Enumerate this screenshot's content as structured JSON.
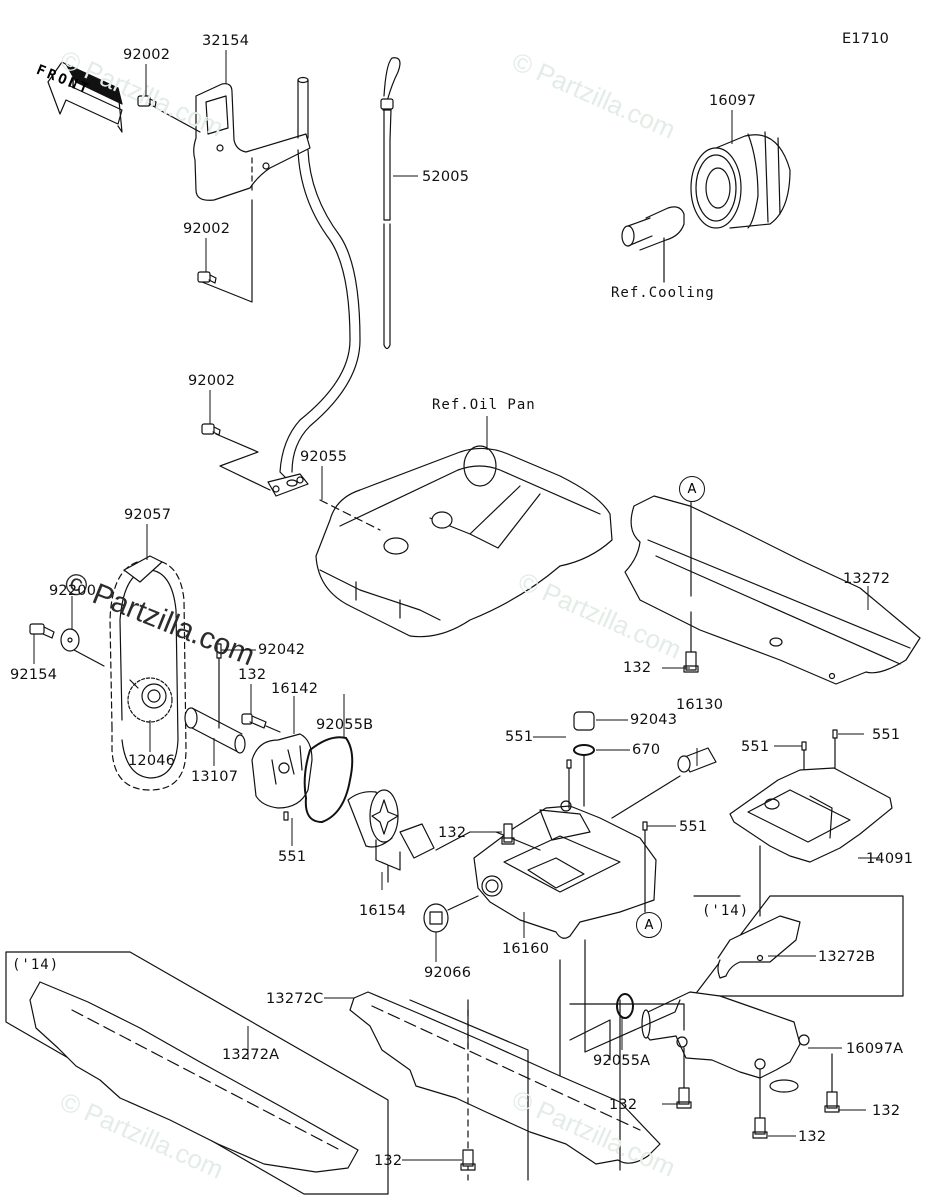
{
  "diagram": {
    "code": "E1710",
    "front_marker": "FRONT",
    "watermark": "© Partzilla.com",
    "year_box_label": "('14)",
    "references": {
      "oil_pan": "Ref.Oil Pan",
      "cooling": "Ref.Cooling"
    },
    "reference_marker": "A",
    "parts": [
      {
        "id": "p-32154",
        "number": "32154",
        "name": "bracket"
      },
      {
        "id": "p-92002-a",
        "number": "92002",
        "name": "bolt"
      },
      {
        "id": "p-92002-b",
        "number": "92002",
        "name": "bolt"
      },
      {
        "id": "p-92002-c",
        "number": "92002",
        "name": "bolt"
      },
      {
        "id": "p-52005",
        "number": "52005",
        "name": "dipstick"
      },
      {
        "id": "p-16097",
        "number": "16097",
        "name": "oil-filter"
      },
      {
        "id": "p-92055",
        "number": "92055",
        "name": "o-ring"
      },
      {
        "id": "p-92057",
        "number": "92057",
        "name": "chain"
      },
      {
        "id": "p-92200",
        "number": "92200",
        "name": "washer"
      },
      {
        "id": "p-92154",
        "number": "92154",
        "name": "bolt"
      },
      {
        "id": "p-92042",
        "number": "92042",
        "name": "pin"
      },
      {
        "id": "p-132-a",
        "number": "132",
        "name": "bolt"
      },
      {
        "id": "p-16142",
        "number": "16142",
        "name": "pump-cover"
      },
      {
        "id": "p-12046",
        "number": "12046",
        "name": "sprocket"
      },
      {
        "id": "p-13107",
        "number": "13107",
        "name": "shaft"
      },
      {
        "id": "p-92055B",
        "number": "92055B",
        "name": "o-ring"
      },
      {
        "id": "p-551-a",
        "number": "551",
        "name": "pin"
      },
      {
        "id": "p-16154",
        "number": "16154",
        "name": "rotor"
      },
      {
        "id": "p-13272",
        "number": "13272",
        "name": "plate"
      },
      {
        "id": "p-132-b",
        "number": "132",
        "name": "bolt"
      },
      {
        "id": "p-92043",
        "number": "92043",
        "name": "collar"
      },
      {
        "id": "p-670",
        "number": "670",
        "name": "o-ring"
      },
      {
        "id": "p-16130",
        "number": "16130",
        "name": "relief-valve"
      },
      {
        "id": "p-551-b",
        "number": "551",
        "name": "pin"
      },
      {
        "id": "p-132-c",
        "number": "132",
        "name": "bolt"
      },
      {
        "id": "p-551-c",
        "number": "551",
        "name": "pin"
      },
      {
        "id": "p-551-d",
        "number": "551",
        "name": "pin"
      },
      {
        "id": "p-551-e",
        "number": "551",
        "name": "pin"
      },
      {
        "id": "p-14091",
        "number": "14091",
        "name": "cover"
      },
      {
        "id": "p-16160",
        "number": "16160",
        "name": "pump-body"
      },
      {
        "id": "p-92066",
        "number": "92066",
        "name": "plug"
      },
      {
        "id": "p-13272B",
        "number": "13272B",
        "name": "plate"
      },
      {
        "id": "p-13272C",
        "number": "13272C",
        "name": "plate"
      },
      {
        "id": "p-13272A",
        "number": "13272A",
        "name": "plate"
      },
      {
        "id": "p-92055A",
        "number": "92055A",
        "name": "o-ring"
      },
      {
        "id": "p-16097A",
        "number": "16097A",
        "name": "cover"
      },
      {
        "id": "p-132-d",
        "number": "132",
        "name": "bolt"
      },
      {
        "id": "p-132-e",
        "number": "132",
        "name": "bolt"
      },
      {
        "id": "p-132-f",
        "number": "132",
        "name": "bolt"
      },
      {
        "id": "p-132-g",
        "number": "132",
        "name": "bolt"
      }
    ]
  }
}
